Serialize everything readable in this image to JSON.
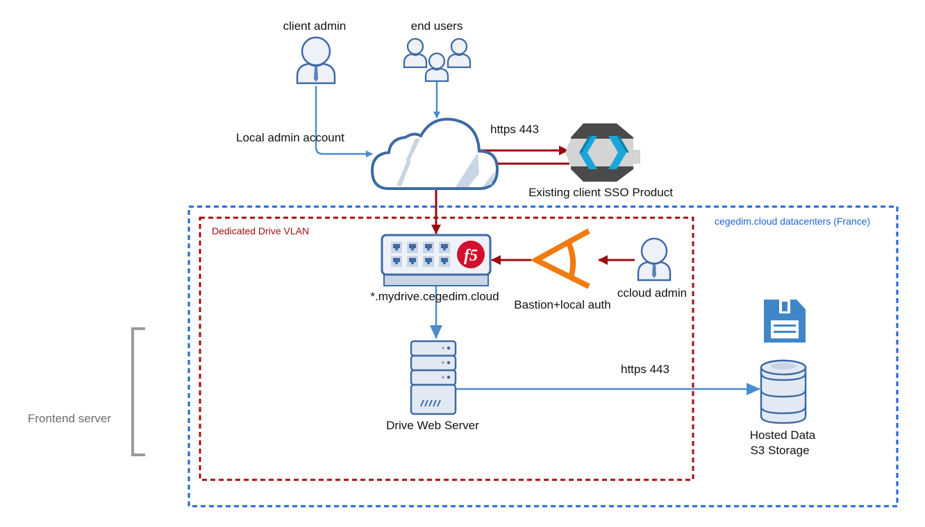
{
  "colors": {
    "blue_line": "#4a8ccc",
    "red_line": "#9b0b0b",
    "zone_blue": "#1f63d8",
    "zone_red": "#a30d0d",
    "icon_stroke": "#3d6aa3",
    "icon_fill": "#eef1f7",
    "bastion_orange": "#ef7b10",
    "f5_red": "#d0102e",
    "bracket_gray": "#9a9a9a"
  },
  "actors": {
    "client_admin": {
      "label": "client admin",
      "icon": "user-with-tie-icon"
    },
    "end_users": {
      "label": "end users",
      "icon": "user-group-icon"
    },
    "ccloud_admin": {
      "label": "ccloud admin",
      "icon": "user-with-tie-icon"
    }
  },
  "nodes": {
    "cloud": {
      "icon": "cloud-icon"
    },
    "sso": {
      "label": "Existing client SSO Product",
      "icon": "keycloak-icon"
    },
    "load_balancer": {
      "label": "*.mydrive.cegedim.cloud",
      "icon": "f5-load-balancer-icon",
      "badge": "f5"
    },
    "bastion": {
      "label": "Bastion+local auth",
      "icon": "bastion-icon"
    },
    "web_server": {
      "label": "Drive Web Server",
      "icon": "server-rack-icon"
    },
    "storage": {
      "label_line1": "Hosted Data",
      "label_line2": "S3 Storage",
      "icon": "database-icon",
      "extra_icon": "floppy-disk-icon"
    }
  },
  "edges": {
    "client_admin_to_cloud": {
      "label": "Local admin account"
    },
    "cloud_to_sso": {
      "label": "https 443"
    },
    "web_to_storage": {
      "label": "https 443"
    }
  },
  "zones": {
    "datacenter": {
      "label": "cegedim.cloud datacenters (France)"
    },
    "vlan": {
      "label": "Dedicated Drive VLAN"
    }
  },
  "annotations": {
    "frontend_bracket": {
      "label": "Frontend server"
    }
  }
}
